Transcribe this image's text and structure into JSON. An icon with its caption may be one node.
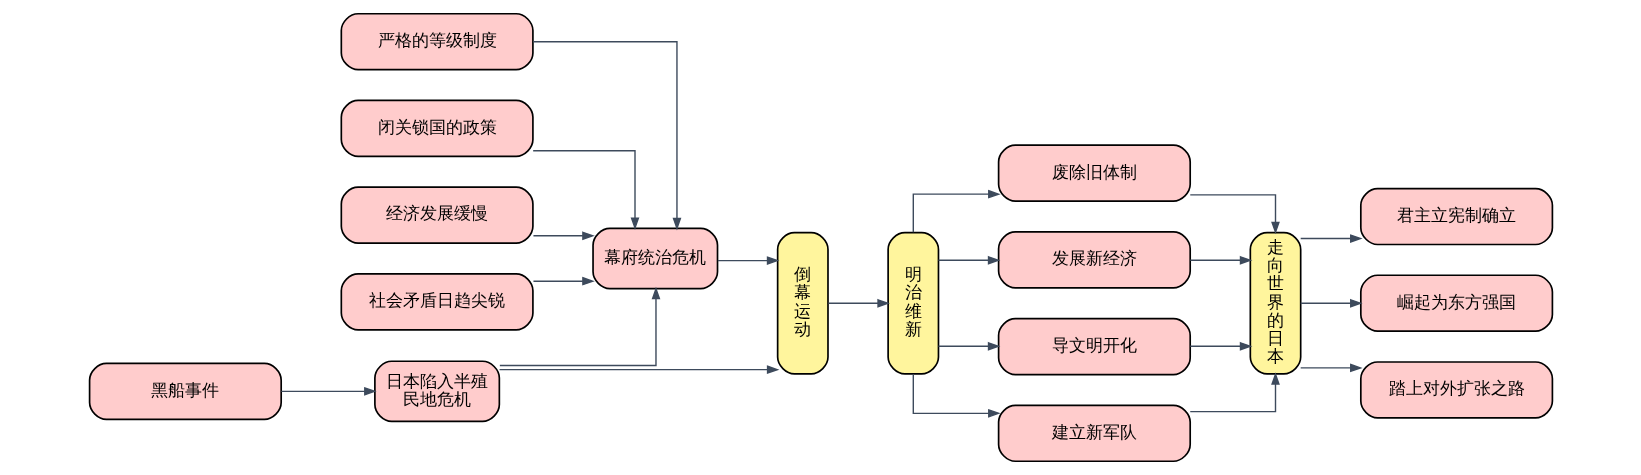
{
  "diagram": {
    "nodes": [
      {
        "text": [
          "严格的等级制度"
        ]
      },
      {
        "text": [
          "闭关锁国的政策"
        ]
      },
      {
        "text": [
          "经济发展缓慢"
        ]
      },
      {
        "text": [
          "社会矛盾日趋尖锐"
        ]
      },
      {
        "text": [
          "黑船事件"
        ]
      },
      {
        "text": [
          "幕府统治危机"
        ]
      },
      {
        "text": [
          "日本陷入半殖民地危机"
        ]
      },
      {
        "text": [
          "倒幕运动"
        ]
      },
      {
        "text": [
          "明治维新"
        ]
      },
      {
        "text": [
          "废除旧体制"
        ]
      },
      {
        "text": [
          "发展新经济"
        ]
      },
      {
        "text": [
          "导文明开化"
        ]
      },
      {
        "text": [
          "建立新军队"
        ]
      },
      {
        "text": [
          "走向世界的日本"
        ]
      },
      {
        "text": [
          "君主立宪制确立"
        ]
      },
      {
        "text": [
          "崛起为东方强国"
        ]
      },
      {
        "text": [
          "踏上对外扩张之路"
        ]
      }
    ],
    "edges": [
      {
        "from": 0,
        "to": 5,
        "arrow": "to"
      },
      {
        "from": 1,
        "to": 5,
        "arrow": "to"
      },
      {
        "from": 2,
        "to": 5,
        "arrow": "to"
      },
      {
        "from": 3,
        "to": 5,
        "arrow": "to"
      },
      {
        "from": 4,
        "to": 6,
        "arrow": "to"
      },
      {
        "from": 6,
        "to": 5,
        "arrow": "to"
      },
      {
        "from": 5,
        "to": 7,
        "arrow": "to"
      },
      {
        "from": 6,
        "to": 7,
        "arrow": "to"
      },
      {
        "from": 7,
        "to": 8,
        "arrow": "to"
      },
      {
        "from": 8,
        "to": 9,
        "arrow": "to"
      },
      {
        "from": 8,
        "to": 10,
        "arrow": "to"
      },
      {
        "from": 8,
        "to": 11,
        "arrow": "to"
      },
      {
        "from": 8,
        "to": 12,
        "arrow": "to"
      },
      {
        "from": 9,
        "to": 13,
        "arrow": "to"
      },
      {
        "from": 10,
        "to": 13,
        "arrow": "to"
      },
      {
        "from": 11,
        "to": 13,
        "arrow": "to"
      },
      {
        "from": 12,
        "to": 13,
        "arrow": "to"
      },
      {
        "from": 13,
        "to": 14,
        "arrow": "to"
      },
      {
        "from": 13,
        "to": 15,
        "arrow": "to"
      },
      {
        "from": 13,
        "to": 16,
        "arrow": "to"
      }
    ]
  }
}
